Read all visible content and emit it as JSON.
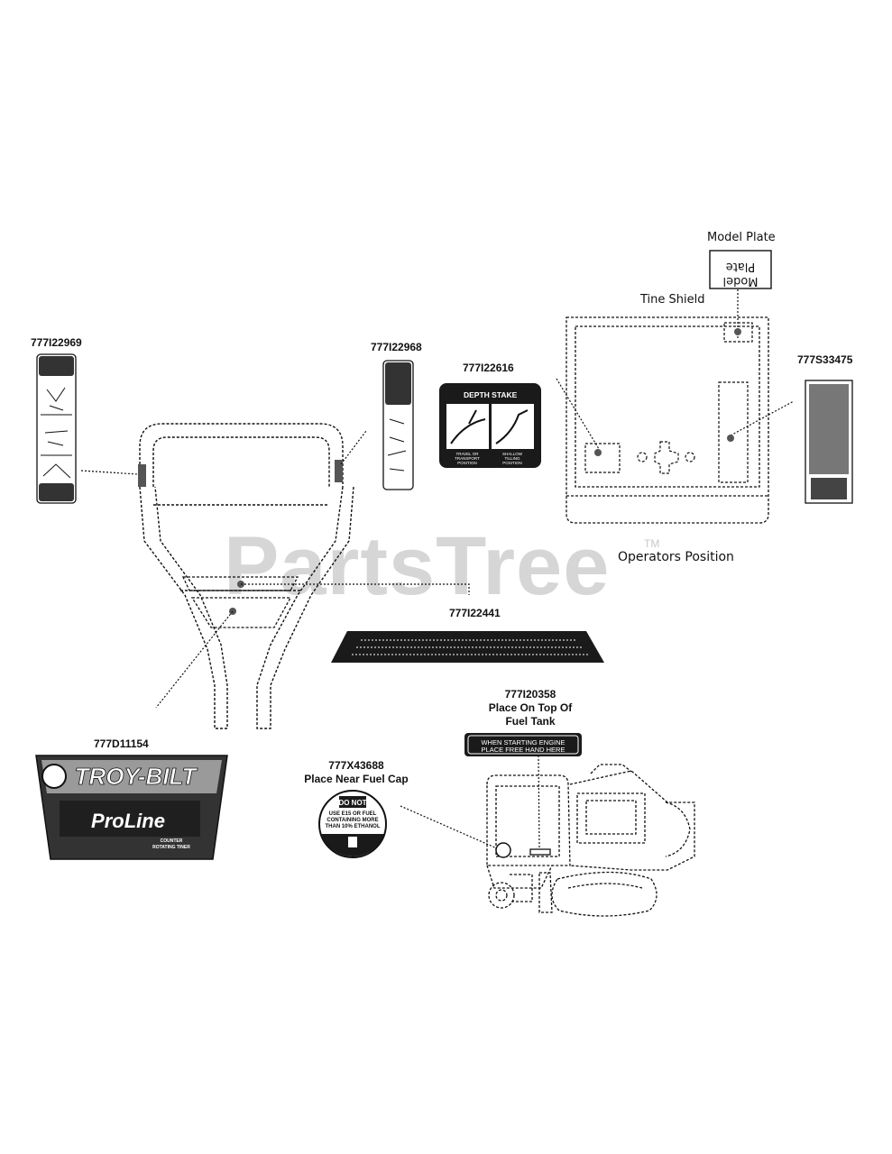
{
  "watermark": {
    "brand": "PartsTree",
    "trademark": "TM"
  },
  "callouts": {
    "model_plate_caption": "Model Plate",
    "model_plate_text_1": "Model",
    "model_plate_text_2": "Plate",
    "tine_shield": "Tine Shield",
    "operators_position": "Operators Position"
  },
  "parts": {
    "p1": {
      "number": "777I22969"
    },
    "p2": {
      "number": "777I22968"
    },
    "p3": {
      "number": "777I22616",
      "decal_title": "DEPTH STAKE",
      "left_caption_1": "TRAVEL OR",
      "left_caption_2": "TRANSPORT",
      "left_caption_3": "POSITION",
      "right_caption_1": "SHALLOW",
      "right_caption_2": "TILLING",
      "right_caption_3": "POSITION"
    },
    "p4": {
      "number": "777S33475"
    },
    "p5": {
      "number": "777I22441"
    },
    "p6": {
      "number": "777I20358",
      "note_1": "Place On Top Of",
      "note_2": "Fuel Tank",
      "decal_line_1": "WHEN STARTING ENGINE",
      "decal_line_2": "PLACE FREE HAND HERE"
    },
    "p7": {
      "number": "777X43688",
      "note": "Place Near Fuel Cap",
      "decal_line_1": "DO NOT",
      "decal_line_2": "USE E15 OR FUEL",
      "decal_line_3": "CONTAINING MORE",
      "decal_line_4": "THAN 10% ETHANOL"
    },
    "p8": {
      "number": "777D11154",
      "brand": "TROY-BILT",
      "product": "ProLine",
      "sub_1": "COUNTER",
      "sub_2": "ROTATING TINER"
    }
  },
  "colors": {
    "line": "#111111",
    "decal_dark": "#1a1a1a",
    "watermark": "#d6d6d6",
    "background": "#ffffff"
  }
}
